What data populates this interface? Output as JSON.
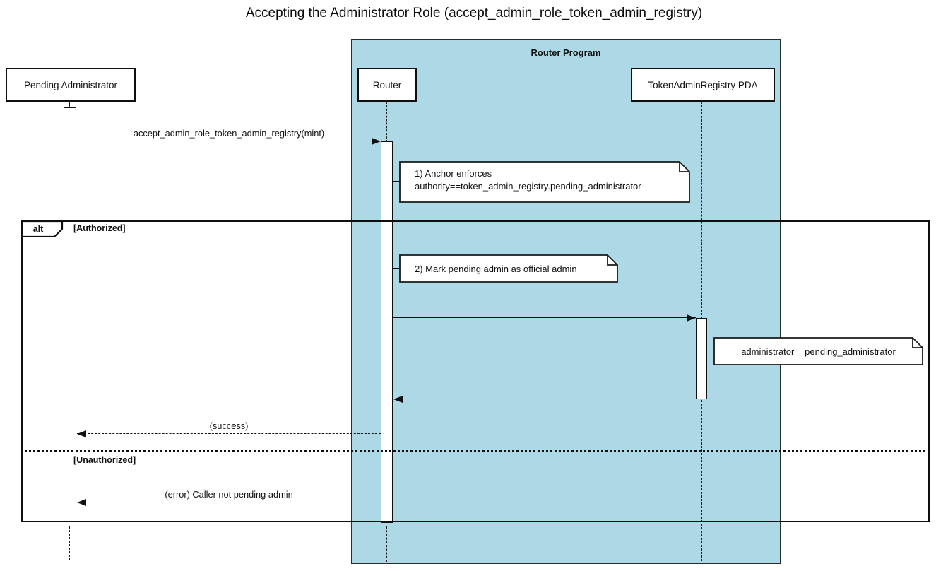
{
  "title": "Accepting the Administrator Role (accept_admin_role_token_admin_registry)",
  "container": {
    "label": "Router Program",
    "fill": "#ADD8E6"
  },
  "participants": [
    {
      "label": "Pending Administrator",
      "in_container": false
    },
    {
      "label": "Router",
      "in_container": true
    },
    {
      "label": "TokenAdminRegistry PDA",
      "in_container": true
    }
  ],
  "messages": [
    {
      "from": "Pending Administrator",
      "to": "Router",
      "label": "accept_admin_role_token_admin_registry(mint)",
      "style": "solid"
    },
    {
      "from": "Router",
      "to": "TokenAdminRegistry PDA",
      "label": "",
      "style": "solid"
    },
    {
      "from": "TokenAdminRegistry PDA",
      "to": "Router",
      "label": "",
      "style": "dashed-return"
    },
    {
      "from": "Router",
      "to": "Pending Administrator",
      "label": "(success)",
      "style": "dashed-return"
    },
    {
      "from": "Router",
      "to": "Pending Administrator",
      "label": "(error) Caller not pending admin",
      "style": "dashed-return"
    }
  ],
  "notes": [
    {
      "line1": "1) Anchor enforces",
      "line2": "authority==token_admin_registry.pending_administrator",
      "attached_to": "Router"
    },
    {
      "line1": "2) Mark pending admin as official admin",
      "line2": "",
      "attached_to": "Router"
    },
    {
      "line1": "administrator = pending_administrator",
      "line2": "",
      "attached_to": "TokenAdminRegistry PDA"
    }
  ],
  "alt_frame": {
    "operator": "alt",
    "guards": [
      "[Authorized]",
      "[Unauthorized]"
    ]
  },
  "colors": {
    "container_fill": "#ADD8E6",
    "line": "#111111",
    "participant_fill": "#FFFFFF",
    "background": "#FFFFFF"
  }
}
